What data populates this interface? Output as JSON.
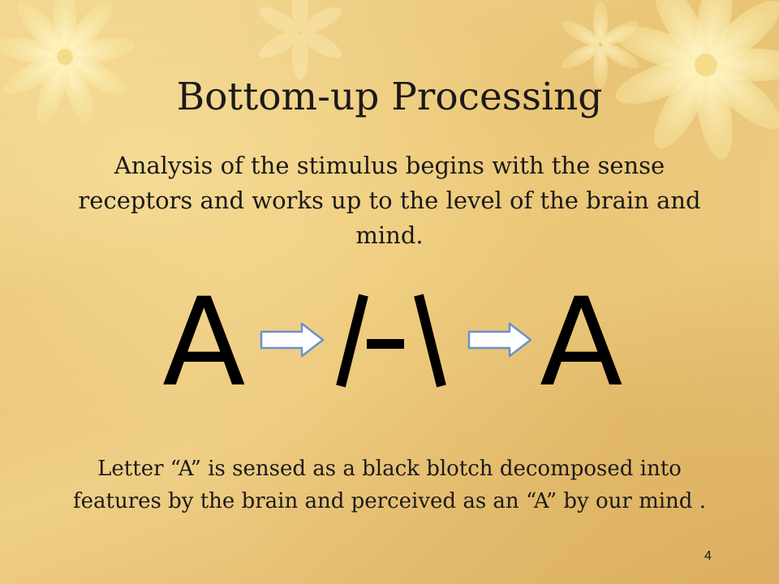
{
  "slide": {
    "title": "Bottom-up Processing",
    "intro": "Analysis of the stimulus begins with the sense receptors and works up to the level of the brain and mind.",
    "diagram": {
      "sensed_letter": "A",
      "perceived_letter": "A",
      "arrow_icon": "right-arrow-icon",
      "arrow_fill": "#ffffff",
      "arrow_stroke": "#6a8fd0"
    },
    "caption": "Letter “A” is sensed as a black blotch decomposed into features by the brain and perceived as an “A” by our mind .",
    "page_number": "4"
  },
  "theme": {
    "background": "#ebc97e",
    "text_color": "#1a1a1a"
  }
}
